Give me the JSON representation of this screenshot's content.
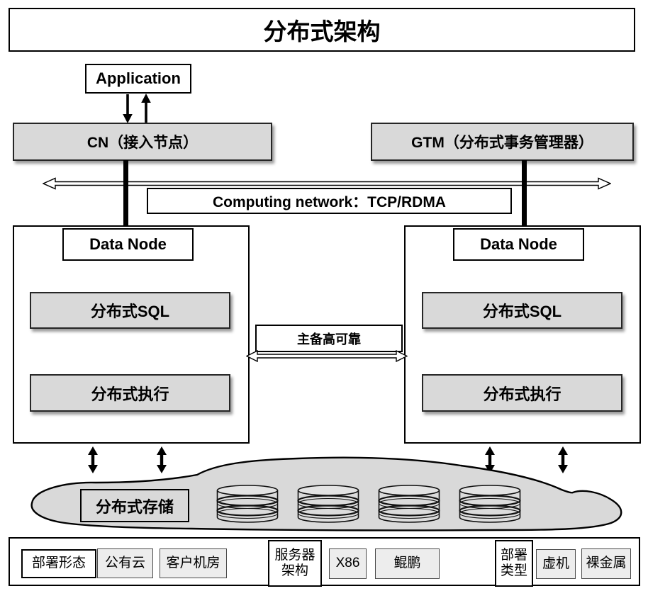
{
  "title": "分布式架构",
  "application": {
    "label": "Application"
  },
  "cn": {
    "label": "CN（接入节点）"
  },
  "gtm": {
    "label": "GTM（分布式事务管理器）"
  },
  "network": {
    "label": "Computing network：TCP/RDMA"
  },
  "data_node_left": {
    "title": "Data Node",
    "sql": "分布式SQL",
    "exec": "分布式执行"
  },
  "data_node_right": {
    "title": "Data Node",
    "sql": "分布式SQL",
    "exec": "分布式执行"
  },
  "ha": {
    "label": "主备高可靠"
  },
  "storage": {
    "label": "分布式存储",
    "cylinder_count": 4
  },
  "footer": {
    "deploy_form": {
      "label": "部署形态",
      "options": [
        "公有云",
        "客户机房"
      ]
    },
    "server_arch": {
      "label": "服务器架构",
      "options": [
        "X86",
        "鲲鹏"
      ]
    },
    "deploy_type": {
      "label": "部署类型",
      "options": [
        "虚机",
        "裸金属"
      ]
    }
  },
  "colors": {
    "panel_gray": "#d9d9d9",
    "option_gray": "#ededed",
    "line_black": "#000000"
  }
}
